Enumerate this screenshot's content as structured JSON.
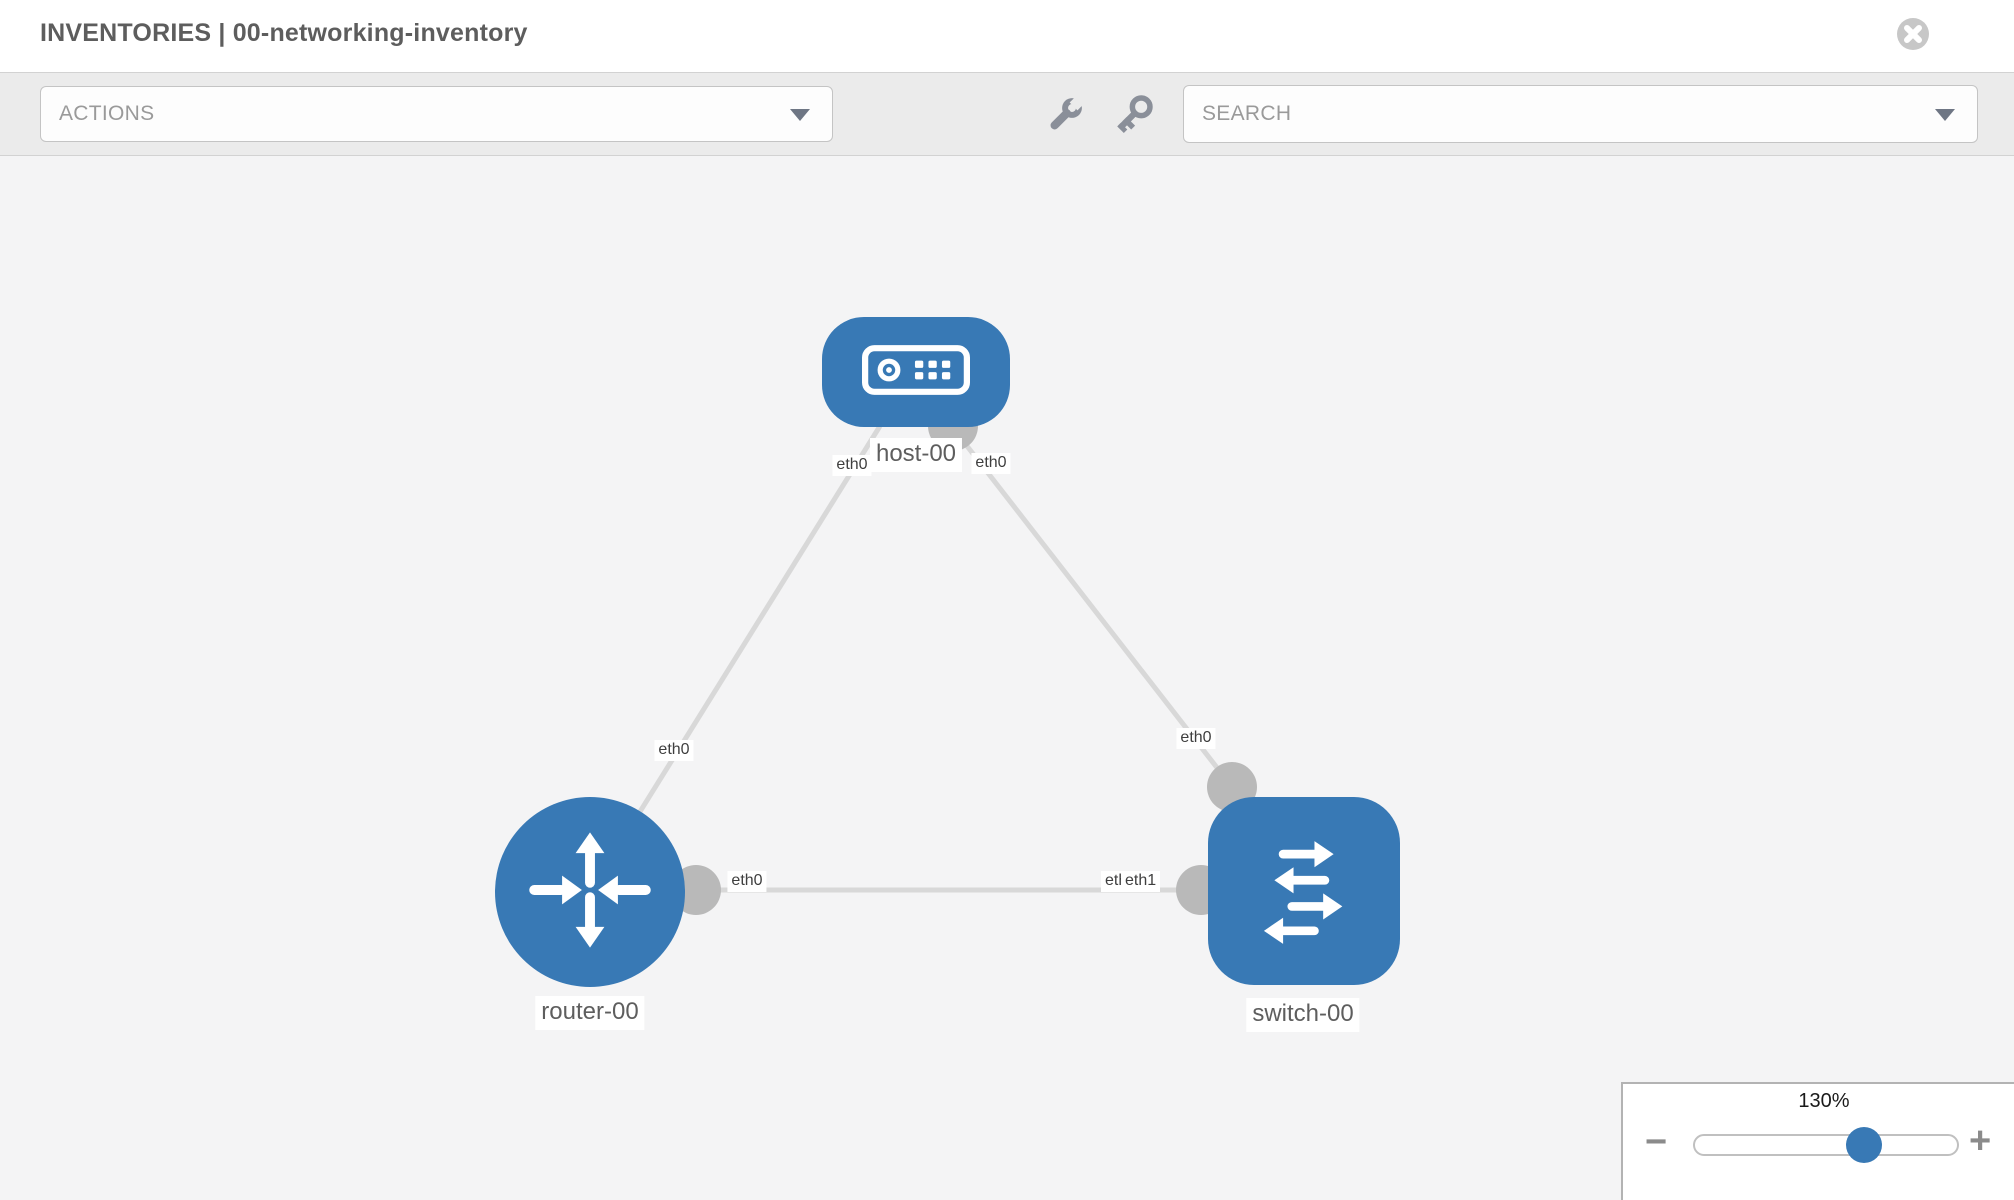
{
  "header": {
    "title": "INVENTORIES | 00-networking-inventory"
  },
  "toolbar": {
    "actions_dropdown": {
      "placeholder": "ACTIONS"
    },
    "search_dropdown": {
      "placeholder": "SEARCH"
    },
    "tools": [
      {
        "icon": "wrench-icon"
      },
      {
        "icon": "key-icon"
      }
    ]
  },
  "diagram": {
    "nodes": [
      {
        "label": "host-00",
        "type": "host",
        "icon": "server-icon"
      },
      {
        "label": "router-00",
        "type": "router",
        "icon": "router-arrows-icon"
      },
      {
        "label": "switch-00",
        "type": "switch",
        "icon": "switch-arrows-icon"
      }
    ],
    "links": [
      {
        "from": "host-00",
        "to": "router-00",
        "from_interface": "eth0",
        "to_interface": "eth0"
      },
      {
        "from": "host-00",
        "to": "switch-00",
        "from_interface": "eth0",
        "to_interface": "eth0"
      },
      {
        "from": "router-00",
        "to": "switch-00",
        "from_interface": "eth0",
        "to_interface": "eth1"
      }
    ],
    "interface_chips": [
      {
        "text": "eth0",
        "link": "host-router",
        "end": "host"
      },
      {
        "text": "eth0",
        "link": "host-switch",
        "end": "host"
      },
      {
        "text": "eth0",
        "link": "host-router",
        "end": "router"
      },
      {
        "text": "eth0",
        "link": "host-switch",
        "end": "switch"
      },
      {
        "text": "eth0",
        "link": "router-switch",
        "end": "router"
      },
      {
        "text": "eth0",
        "link": "router-switch",
        "end": "switch-under"
      },
      {
        "text": "eth1",
        "link": "router-switch",
        "end": "switch"
      }
    ]
  },
  "zoom_control": {
    "level": "130%",
    "minus": "−",
    "plus": "+"
  },
  "colors": {
    "node_blue": "#3879b5",
    "link_gray": "#d8d8d8",
    "connector_gray": "#b9b9b9",
    "toolbar_gray": "#ebebeb",
    "canvas_gray": "#f4f4f5",
    "slider_thumb_blue": "#3879b5",
    "close_circle_gray": "#c7c7c7"
  }
}
